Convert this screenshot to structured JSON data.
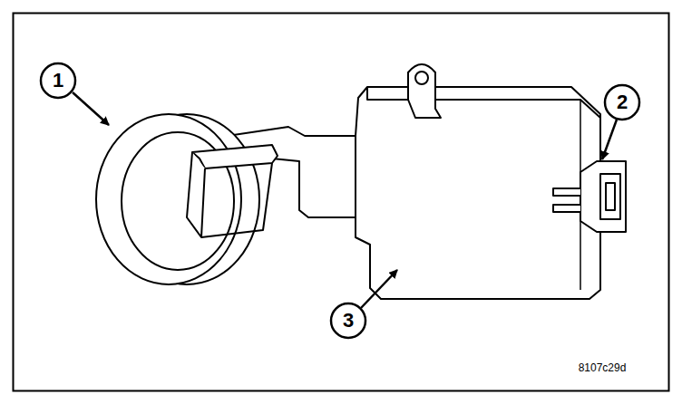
{
  "diagram": {
    "labels": [
      "1",
      "2",
      "3",
      "8107c29d"
    ]
  }
}
